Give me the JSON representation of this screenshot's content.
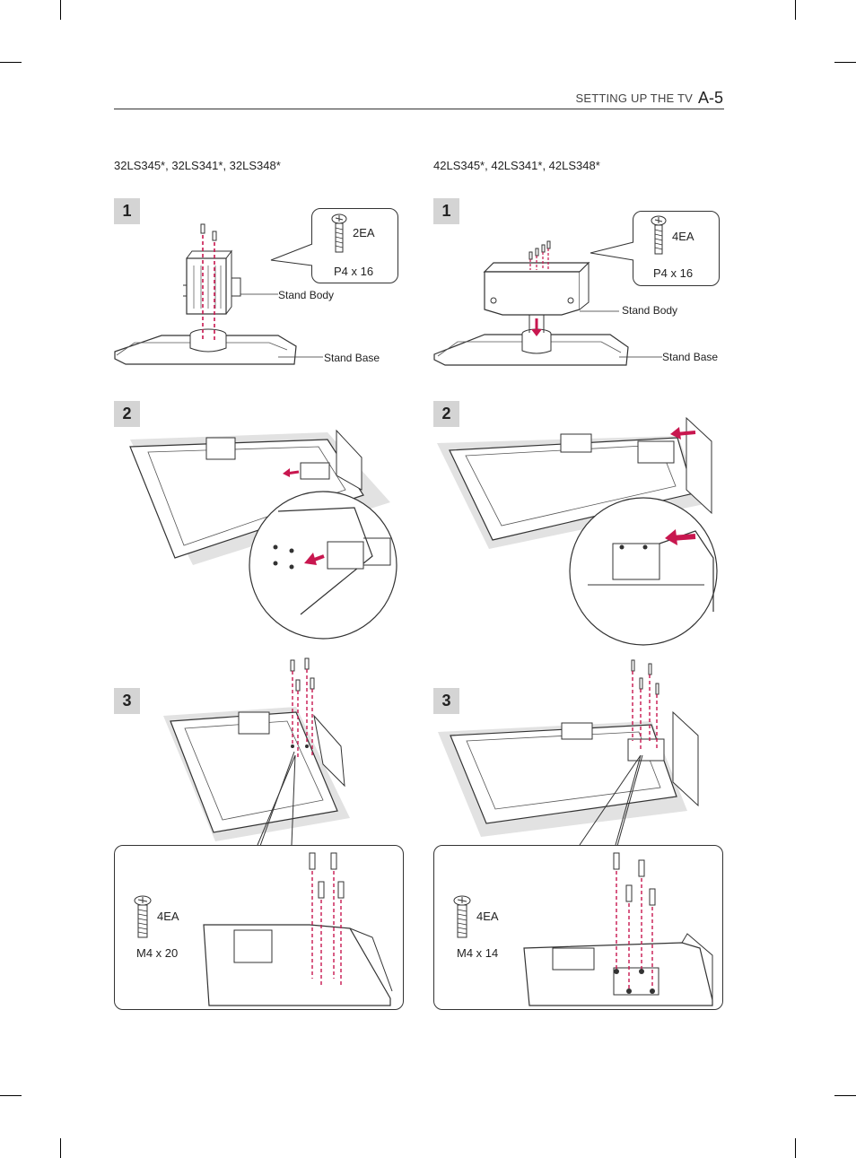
{
  "header": {
    "section": "SETTING UP THE TV",
    "page": "A-5"
  },
  "left": {
    "model": "32LS345*, 32LS341*, 32LS348*",
    "steps": [
      "1",
      "2",
      "3"
    ],
    "step1": {
      "qty": "2EA",
      "screw": "P4 x 16",
      "body_label": "Stand Body",
      "base_label": "Stand Base"
    },
    "step3": {
      "qty": "4EA",
      "screw": "M4 x 20"
    }
  },
  "right": {
    "model": "42LS345*, 42LS341*, 42LS348*",
    "steps": [
      "1",
      "2",
      "3"
    ],
    "step1": {
      "qty": "4EA",
      "screw": "P4 x 16",
      "body_label": "Stand Body",
      "base_label": "Stand Base"
    },
    "step3": {
      "qty": "4EA",
      "screw": "M4 x 14"
    }
  },
  "colors": {
    "accent": "#c8174f",
    "step_badge": "#d4d4d4",
    "line": "#333333"
  }
}
